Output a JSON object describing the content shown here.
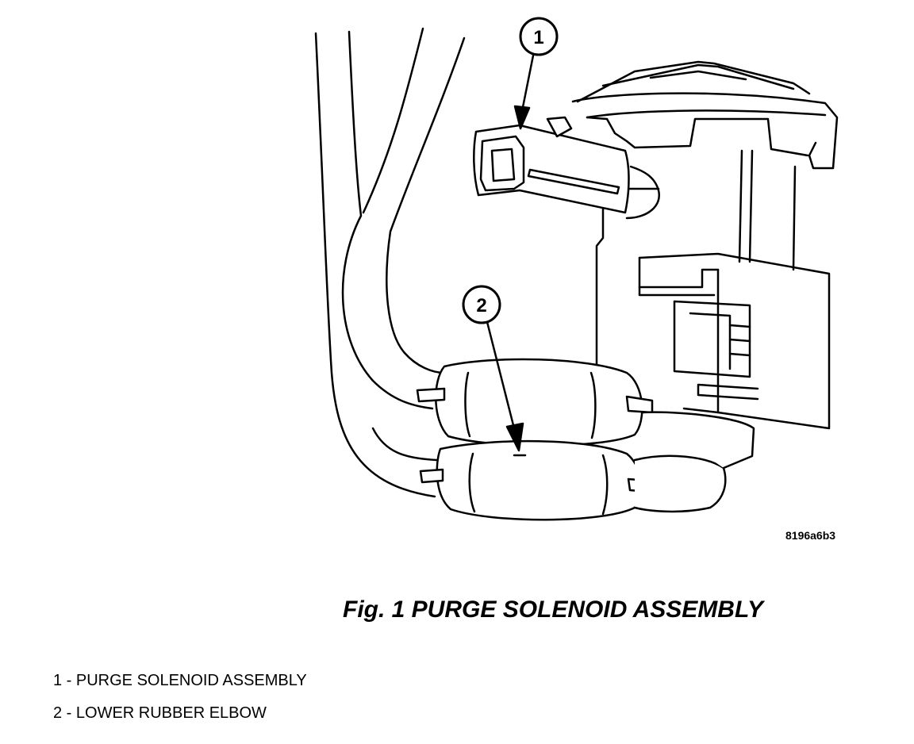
{
  "figure": {
    "callouts": [
      "1",
      "2"
    ],
    "reference_code": "8196a6b3",
    "caption": "Fig. 1 PURGE SOLENOID ASSEMBLY",
    "legend": [
      "1 - PURGE SOLENOID ASSEMBLY",
      "2 - LOWER RUBBER ELBOW"
    ]
  }
}
